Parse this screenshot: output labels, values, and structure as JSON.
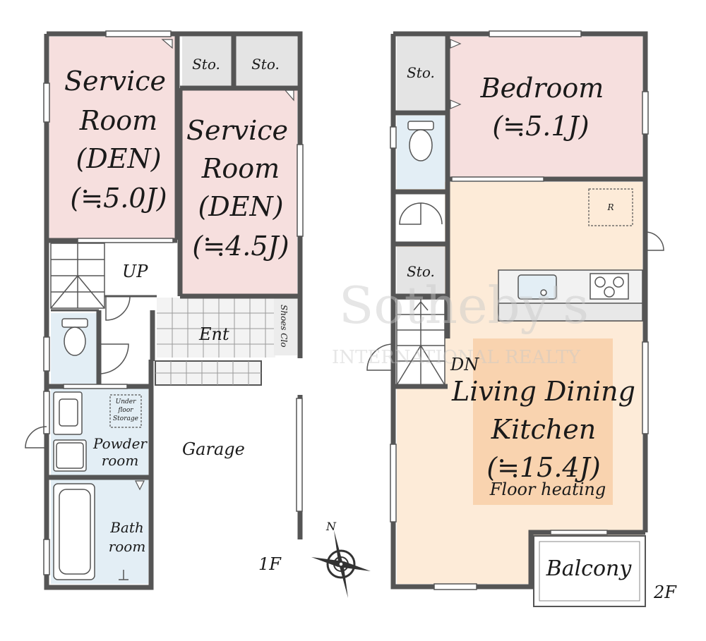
{
  "floor1": {
    "service_room_a": [
      "Service",
      "Room",
      "(DEN)",
      "(≒5.0J)"
    ],
    "service_room_b": [
      "Service",
      "Room",
      "(DEN)",
      "(≒4.5J)"
    ],
    "storage_a": "Sto.",
    "storage_b": "Sto.",
    "up": "UP",
    "entrance": "Ent",
    "shoes_closet": "Shoes Clo",
    "underfloor_storage": [
      "Under",
      "floor",
      "Storage"
    ],
    "powder_room": [
      "Powder",
      "room"
    ],
    "bath_room": [
      "Bath",
      "room"
    ],
    "garage": "Garage",
    "floor_label": "1F"
  },
  "floor2": {
    "storage_top": "Sto.",
    "bedroom": [
      "Bedroom",
      "(≒5.1J)"
    ],
    "refrigerator": "R",
    "storage_mid": "Sto.",
    "down": "DN",
    "ldk": [
      "Living Dining",
      "Kitchen",
      "(≒15.4J)",
      "Floor heating"
    ],
    "balcony": "Balcony",
    "floor_label": "2F"
  },
  "compass": {
    "north": "N"
  },
  "watermark": [
    "Sotheby's",
    "INTERNATIONAL REALTY"
  ],
  "colors": {
    "wall": "#555555",
    "room_pink": "#f6dfde",
    "wet_blue": "#e3eef5",
    "ldk_peach": "#fdebd8",
    "floor_heating": "#f8cfa8",
    "storage_gray": "#e4e4e4"
  }
}
